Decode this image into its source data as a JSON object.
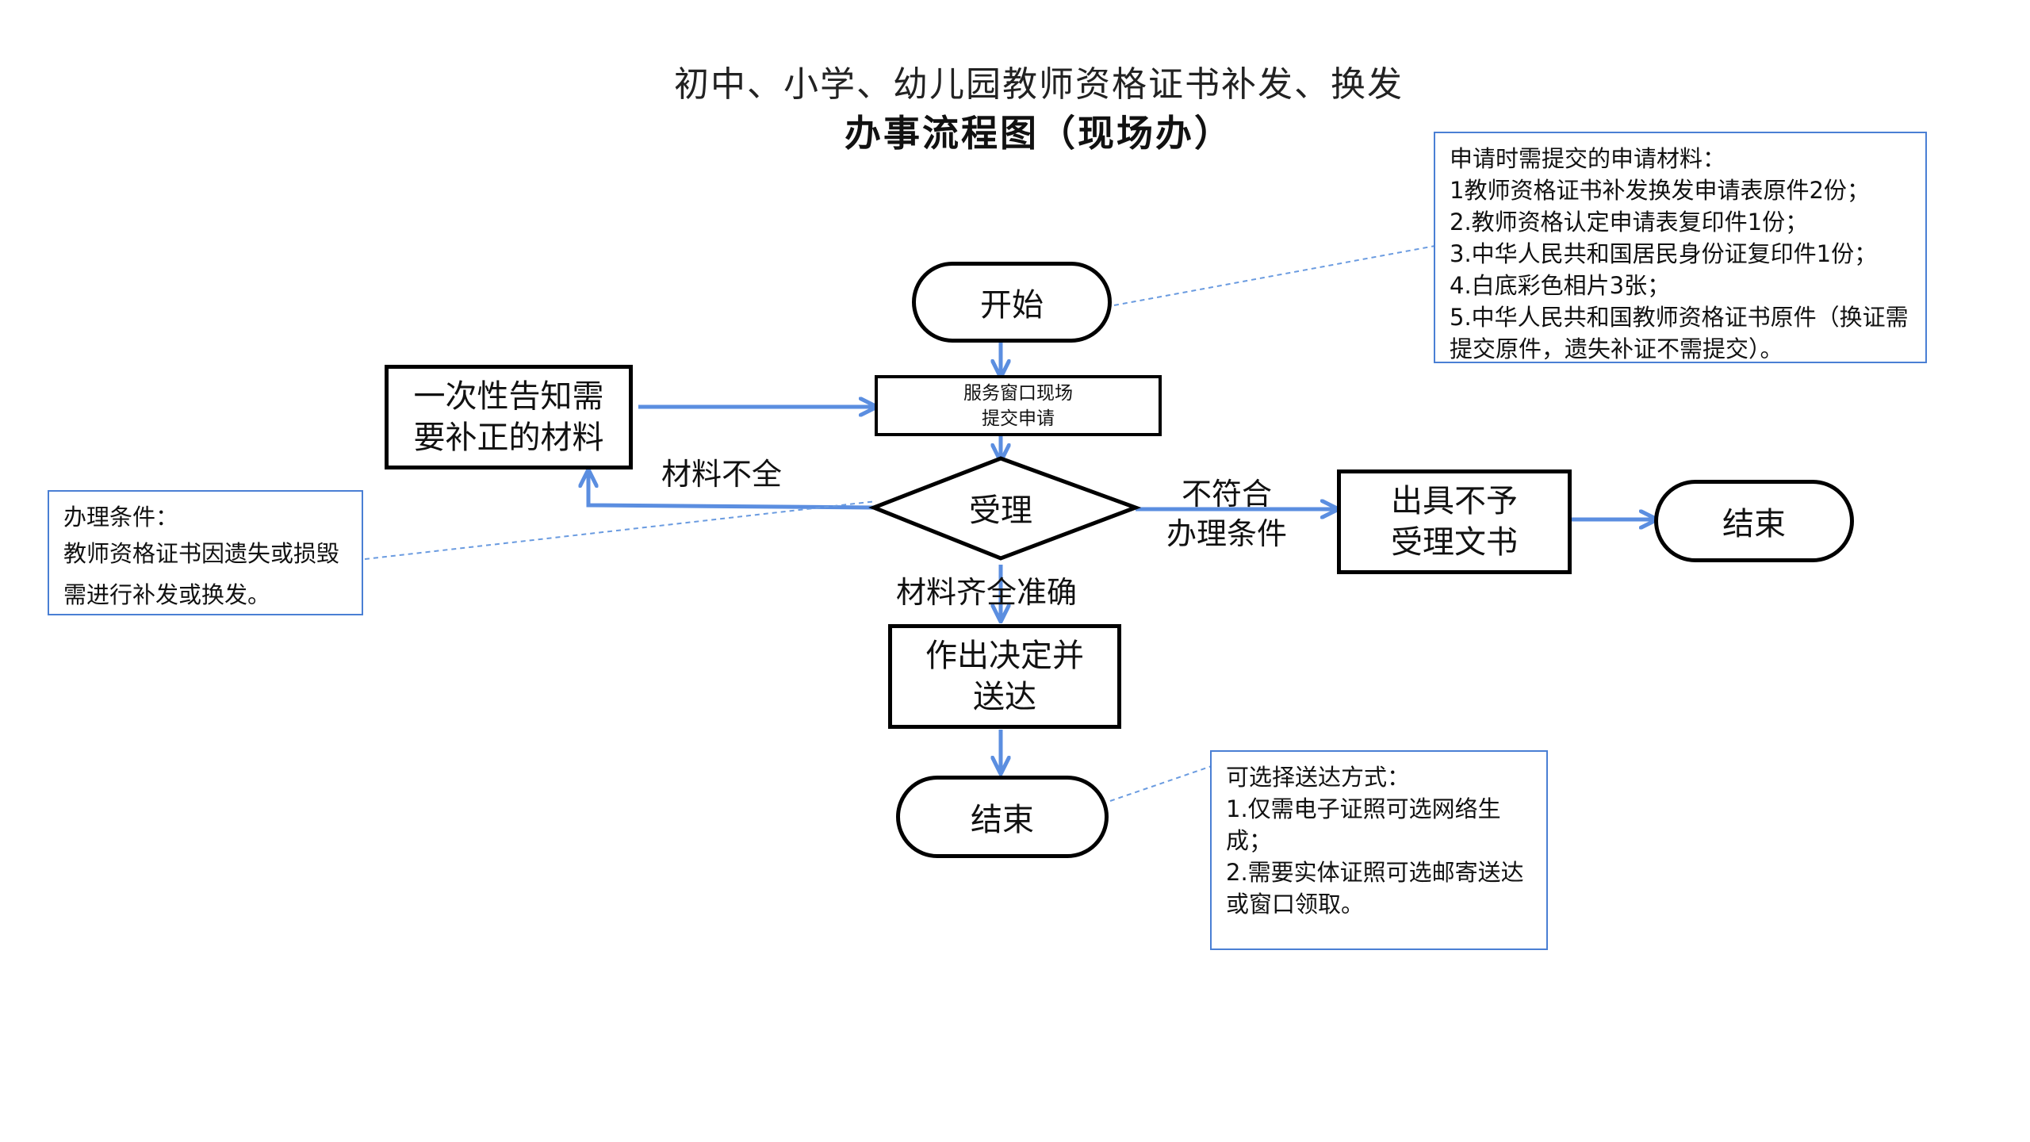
{
  "title": {
    "main": "初中、小学、幼儿园教师资格证书补发、换发",
    "sub": "办事流程图（现场办）"
  },
  "nodes": {
    "start": "开始",
    "submit": [
      "服务窗口现场",
      "提交申请"
    ],
    "accept": "受理",
    "supplement": [
      "一次性告知需",
      "要补正的材料"
    ],
    "reject_doc": [
      "出具不予",
      "受理文书"
    ],
    "end_right": "结束",
    "decide": [
      "作出决定并",
      "送达"
    ],
    "end_bottom": "结束"
  },
  "edge_labels": {
    "incomplete": "材料不全",
    "not_eligible": [
      "不符合",
      "办理条件"
    ],
    "complete": "材料齐全准确"
  },
  "notes": {
    "materials": {
      "heading": "申请时需提交的申请材料：",
      "items": [
        "1教师资格证书补发换发申请表原件2份；",
        "2.教师资格认定申请表复印件1份；",
        "3.中华人民共和国居民身份证复印件1份；",
        "4.白底彩色相片3张；",
        "5.中华人民共和国教师资格证书原件（换证需提交原件，遗失补证不需提交）。"
      ]
    },
    "conditions": {
      "heading": "办理条件：",
      "text": "教师资格证书因遗失或损毁需进行补发或换发。"
    },
    "delivery": {
      "heading": "可选择送达方式：",
      "items": [
        "1.仅需电子证照可选网络生成；",
        "2.需要实体证照可选邮寄送达或窗口领取。"
      ]
    }
  },
  "colors": {
    "arrow": "#5b8ee0",
    "note_border": "#4a7fd4",
    "leader": "#6a9be0"
  }
}
